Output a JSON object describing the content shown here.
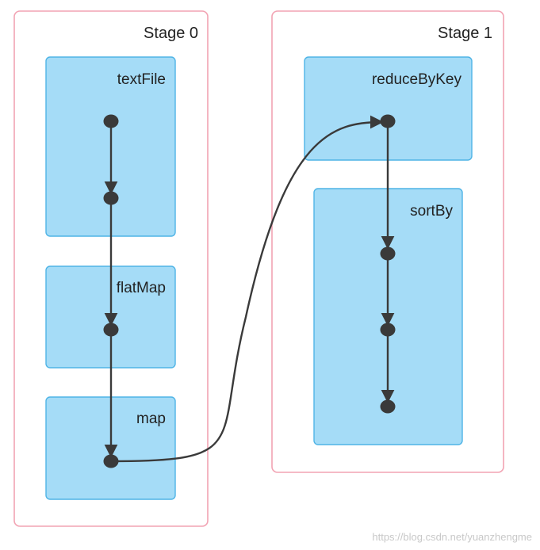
{
  "stages": [
    {
      "id": "stage-0",
      "label": "Stage 0"
    },
    {
      "id": "stage-1",
      "label": "Stage 1"
    }
  ],
  "operations": [
    {
      "id": "textFile",
      "label": "textFile"
    },
    {
      "id": "flatMap",
      "label": "flatMap"
    },
    {
      "id": "map",
      "label": "map"
    },
    {
      "id": "reduceByKey",
      "label": "reduceByKey"
    },
    {
      "id": "sortBy",
      "label": "sortBy"
    }
  ],
  "watermark": "https://blog.csdn.net/yuanzhengme",
  "colors": {
    "stage_border": "#f2a3b3",
    "op_fill": "#a5dcf7",
    "op_border": "#4fb4e6",
    "edge": "#3a3a3a"
  }
}
